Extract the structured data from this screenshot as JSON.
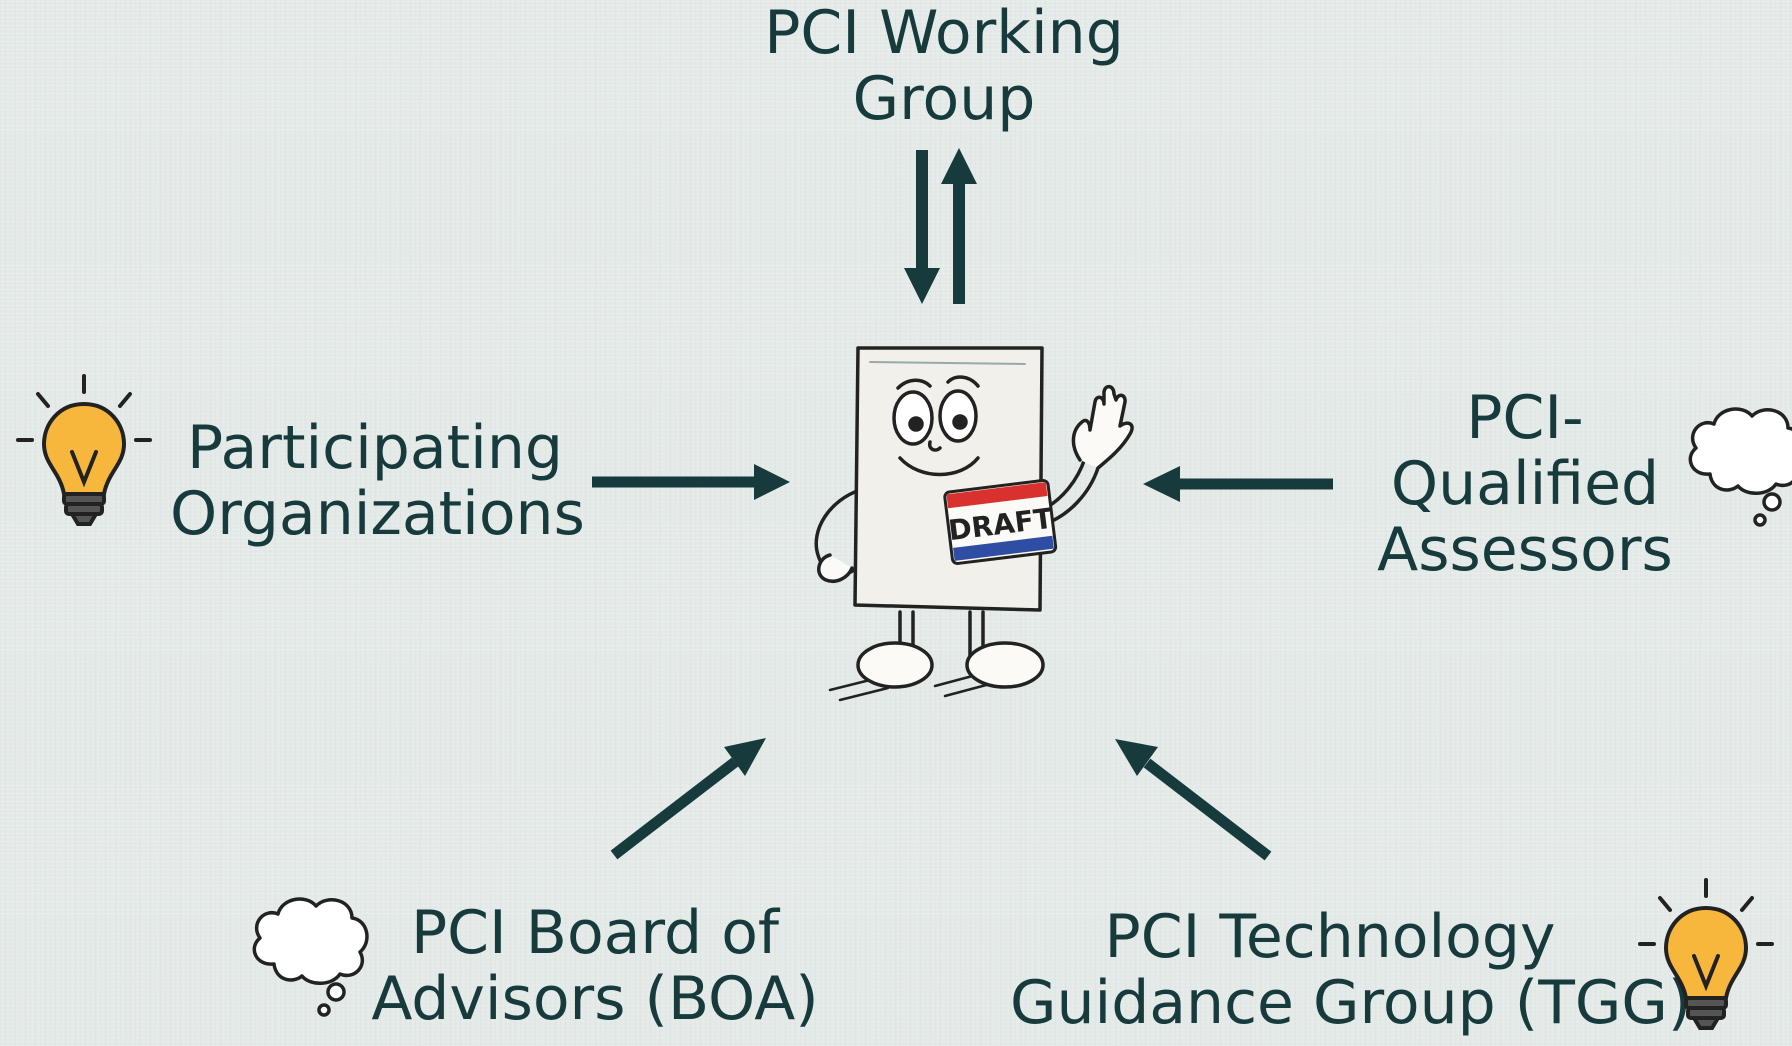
{
  "diagram": {
    "center": {
      "badge_text": "DRAFT"
    },
    "nodes": {
      "top": {
        "line1": "PCI Working",
        "line2": "Group",
        "icon": "none"
      },
      "left": {
        "line1": "Participating",
        "line2": "Organizations",
        "icon": "lightbulb-icon"
      },
      "right": {
        "line1": "PCI-",
        "line2": "Qualified",
        "line3": "Assessors",
        "icon": "thought-cloud-icon"
      },
      "bottom_left": {
        "line1": "PCI Board of",
        "line2": "Advisors (BOA)",
        "icon": "thought-cloud-icon"
      },
      "bottom_right": {
        "line1": "PCI Technology",
        "line2": "Guidance Group (TGG)",
        "icon": "lightbulb-icon"
      }
    },
    "colors": {
      "background": "#e4eae8",
      "text_and_arrows": "#173a3c",
      "bulb": "#f6b73c",
      "badge_red": "#d9322e",
      "badge_blue": "#2f4ea3"
    }
  }
}
